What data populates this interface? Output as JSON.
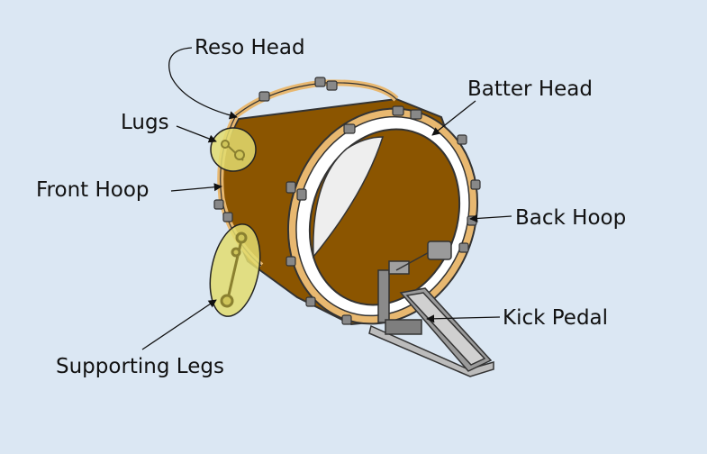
{
  "labels": {
    "reso_head": "Reso Head",
    "lugs": "Lugs",
    "front_hoop": "Front Hoop",
    "supporting_legs": "Supporting Legs",
    "batter_head": "Batter Head",
    "back_hoop": "Back Hoop",
    "kick_pedal": "Kick Pedal"
  },
  "colors": {
    "background": "#dbe7f3",
    "shell": "#8b5500",
    "hoop": "#e8b870",
    "batter_head": "#ffffff",
    "inner_head": "#eeeeee",
    "highlight": "#e2dc6e",
    "pedal": "#b8b8b8",
    "outline": "#333333"
  }
}
